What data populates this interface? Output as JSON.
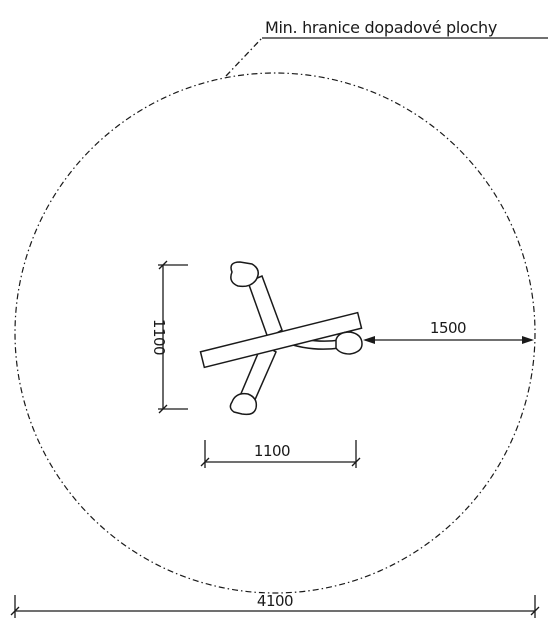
{
  "labels": {
    "boundary": "Min. hranice dopadové plochy"
  },
  "dimensions": {
    "height": "1100",
    "width": "1100",
    "clearance": "1500",
    "total": "4100"
  },
  "colors": {
    "ink": "#1a1a1a",
    "background": "#ffffff"
  }
}
